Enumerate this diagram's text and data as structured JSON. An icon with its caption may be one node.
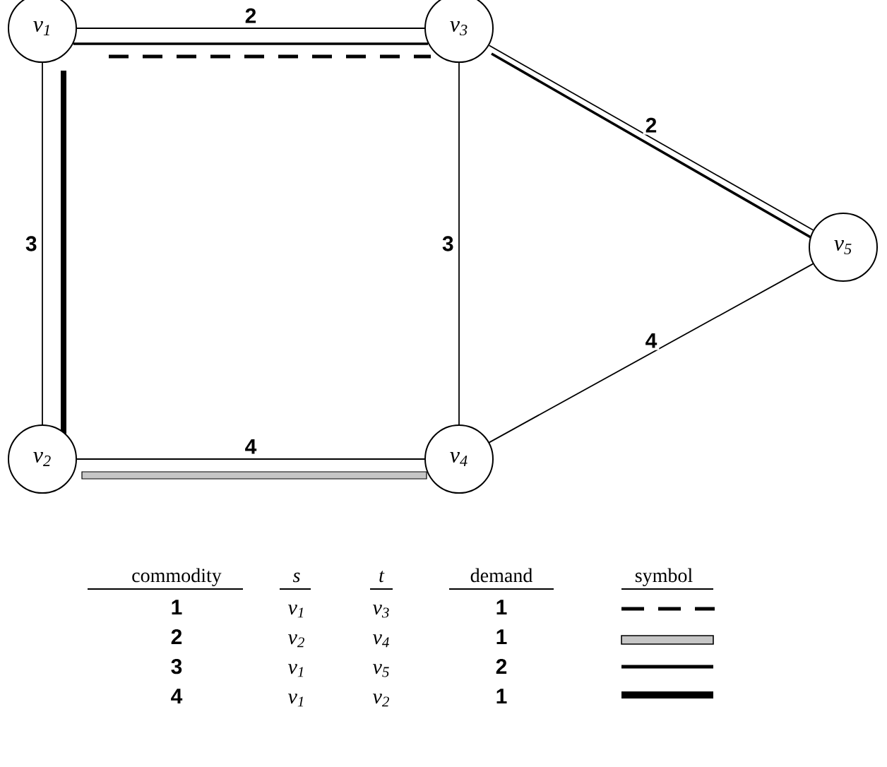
{
  "diagram": {
    "nodes": [
      {
        "text": [
          "v$_{1}$"
        ]
      },
      {
        "text": [
          "v$_{3}$"
        ]
      },
      {
        "text": [
          "v$_{5}$"
        ]
      },
      {
        "text": [
          "v$_{2}$"
        ]
      },
      {
        "text": [
          "v$_{4}$"
        ]
      }
    ],
    "edges": [
      {
        "from": 0,
        "to": 1,
        "arrow": "none",
        "label": "2"
      },
      {
        "from": 0,
        "to": 3,
        "arrow": "none",
        "label": "3"
      },
      {
        "from": 1,
        "to": 4,
        "arrow": "none",
        "label": "3"
      },
      {
        "from": 1,
        "to": 2,
        "arrow": "none",
        "label": "2"
      },
      {
        "from": 3,
        "to": 4,
        "arrow": "none",
        "label": "4"
      },
      {
        "from": 4,
        "to": 2,
        "arrow": "none",
        "label": "4"
      }
    ],
    "labels": [
      "commodity",
      "s",
      "t",
      "demand",
      "symbol",
      "1",
      "v$_{1}$",
      "v$_{3}$",
      "1",
      "2",
      "v$_{2}$",
      "v$_{4}$",
      "1",
      "3",
      "v$_{1}$",
      "v$_{5}$",
      "2",
      "4",
      "v$_{1}$",
      "v$_{2}$",
      "1"
    ]
  }
}
